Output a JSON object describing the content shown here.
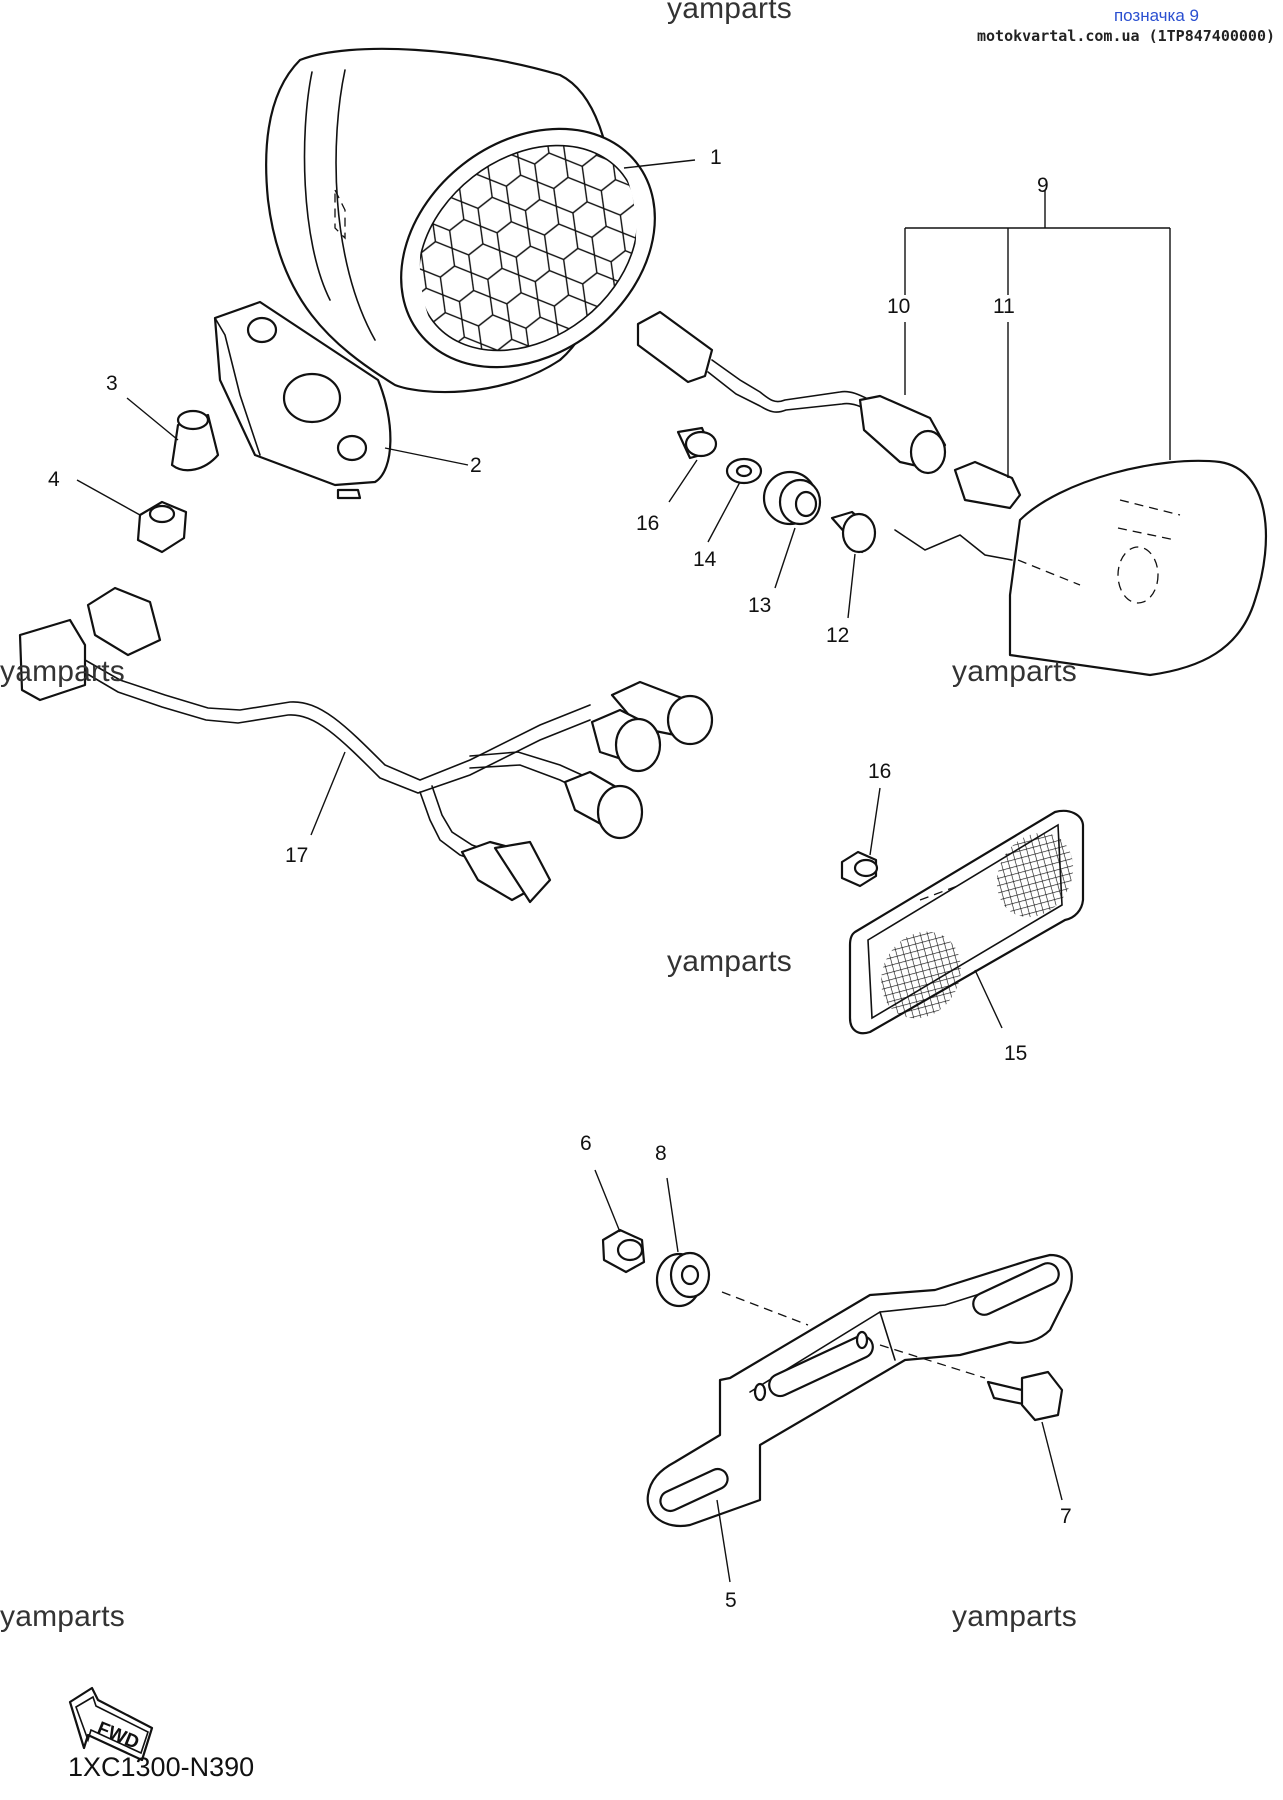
{
  "header": {
    "title": "позначка 9",
    "site": "motokvartal.com.ua (1TP847400000)"
  },
  "watermark": {
    "text": "yamparts"
  },
  "diagram_code": "1XC1300-N390",
  "fwd_arrow": {
    "label": "FWD"
  },
  "callouts": {
    "c1": "1",
    "c2": "2",
    "c3": "3",
    "c4": "4",
    "c5": "5",
    "c6": "6",
    "c7": "7",
    "c8": "8",
    "c9": "9",
    "c10": "10",
    "c11": "11",
    "c12": "12",
    "c13": "13",
    "c14": "14",
    "c15": "15",
    "c16a": "16",
    "c16b": "16",
    "c17": "17"
  },
  "colors": {
    "header_link": "#2a4fd0",
    "line": "#111111"
  }
}
